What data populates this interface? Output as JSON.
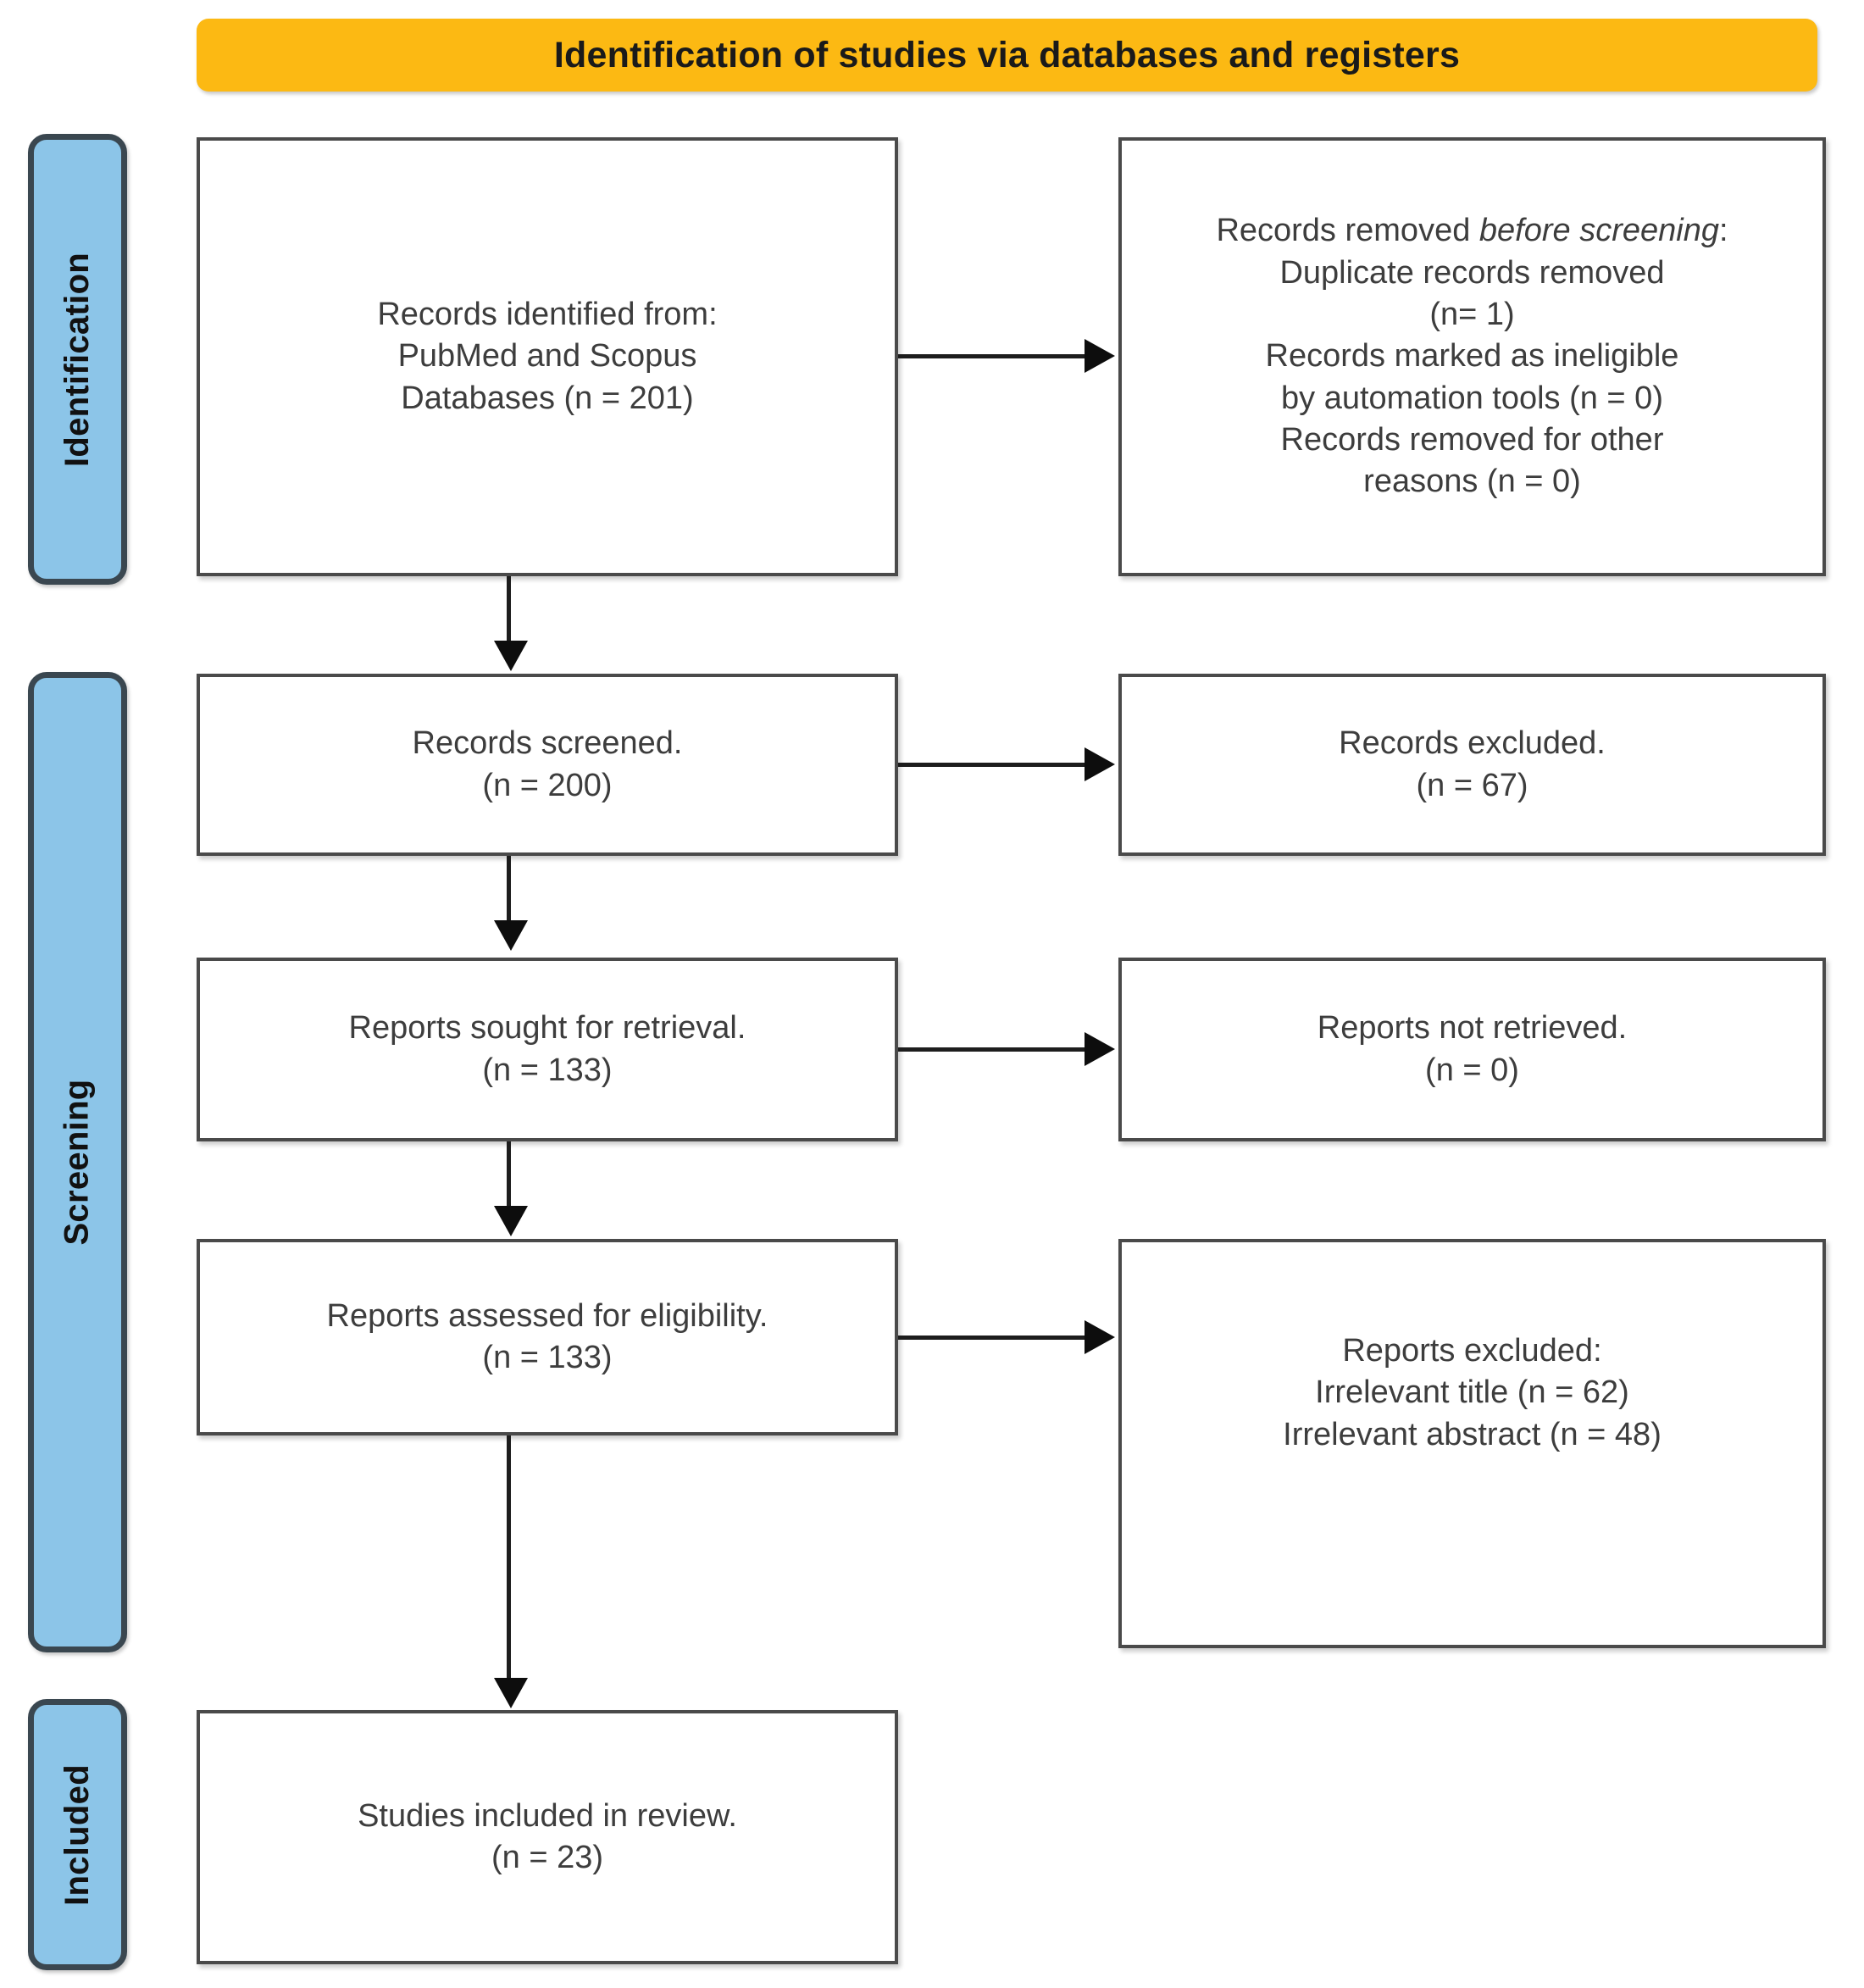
{
  "header": {
    "title": "Identification of studies via databases and registers",
    "banner_color": "#FCB913"
  },
  "stages": {
    "identification": "Identification",
    "screening": "Screening",
    "included": "Included",
    "bar_color": "#8CC5E8",
    "bar_border_color": "#3A4750"
  },
  "boxes": {
    "identified": "Records identified from:\nPubMed and Scopus\nDatabases (n = 201)",
    "removed_line1": "Records removed ",
    "removed_em": "before screening",
    "removed_line2": ":\nDuplicate records removed\n(n= 1)\nRecords marked as ineligible\nby automation tools (n = 0)\nRecords removed for other\nreasons (n = 0)",
    "screened": "Records screened.\n(n = 200)",
    "excluded_records": "Records excluded.\n(n = 67)",
    "sought": "Reports sought for retrieval.\n(n = 133)",
    "not_retrieved": "Reports not retrieved.\n(n = 0)",
    "assessed": "Reports assessed for eligibility.\n(n = 133)",
    "excluded_reports": "Reports excluded:\nIrrelevant title (n = 62)\nIrrelevant abstract (n = 48)",
    "included": "Studies included in review.\n(n = 23)"
  },
  "chart_data": {
    "type": "diagram",
    "title": "Identification of studies via databases and registers",
    "flow": [
      {
        "stage": "Identification",
        "node": "Records identified from: PubMed and Scopus Databases",
        "n": 201
      },
      {
        "stage": "Identification",
        "node": "Duplicate records removed",
        "n": 1
      },
      {
        "stage": "Identification",
        "node": "Records marked as ineligible by automation tools",
        "n": 0
      },
      {
        "stage": "Identification",
        "node": "Records removed for other reasons",
        "n": 0
      },
      {
        "stage": "Screening",
        "node": "Records screened",
        "n": 200
      },
      {
        "stage": "Screening",
        "node": "Records excluded",
        "n": 67
      },
      {
        "stage": "Screening",
        "node": "Reports sought for retrieval",
        "n": 133
      },
      {
        "stage": "Screening",
        "node": "Reports not retrieved",
        "n": 0
      },
      {
        "stage": "Screening",
        "node": "Reports assessed for eligibility",
        "n": 133
      },
      {
        "stage": "Screening",
        "node": "Reports excluded: Irrelevant title",
        "n": 62
      },
      {
        "stage": "Screening",
        "node": "Reports excluded: Irrelevant abstract",
        "n": 48
      },
      {
        "stage": "Included",
        "node": "Studies included in review",
        "n": 23
      }
    ]
  }
}
